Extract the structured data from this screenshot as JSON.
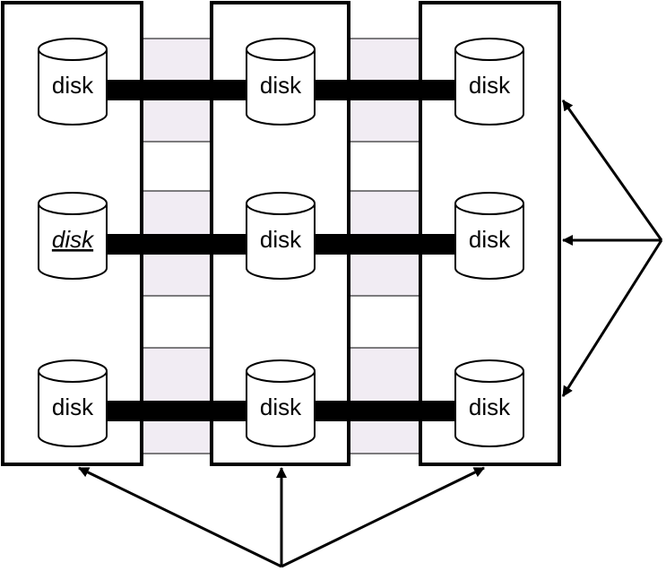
{
  "colors": {
    "background": "#ffffff",
    "stroke": "#000000",
    "band_fill": "#f1ecf3",
    "disk_fill": "#ffffff"
  },
  "columns": [
    {
      "disks": [
        {
          "label": "disk",
          "emphasized": false
        },
        {
          "label": "disk",
          "emphasized": true
        },
        {
          "label": "disk",
          "emphasized": false
        }
      ]
    },
    {
      "disks": [
        {
          "label": "disk",
          "emphasized": false
        },
        {
          "label": "disk",
          "emphasized": false
        },
        {
          "label": "disk",
          "emphasized": false
        }
      ]
    },
    {
      "disks": [
        {
          "label": "disk",
          "emphasized": false
        },
        {
          "label": "disk",
          "emphasized": false
        },
        {
          "label": "disk",
          "emphasized": false
        }
      ]
    }
  ]
}
